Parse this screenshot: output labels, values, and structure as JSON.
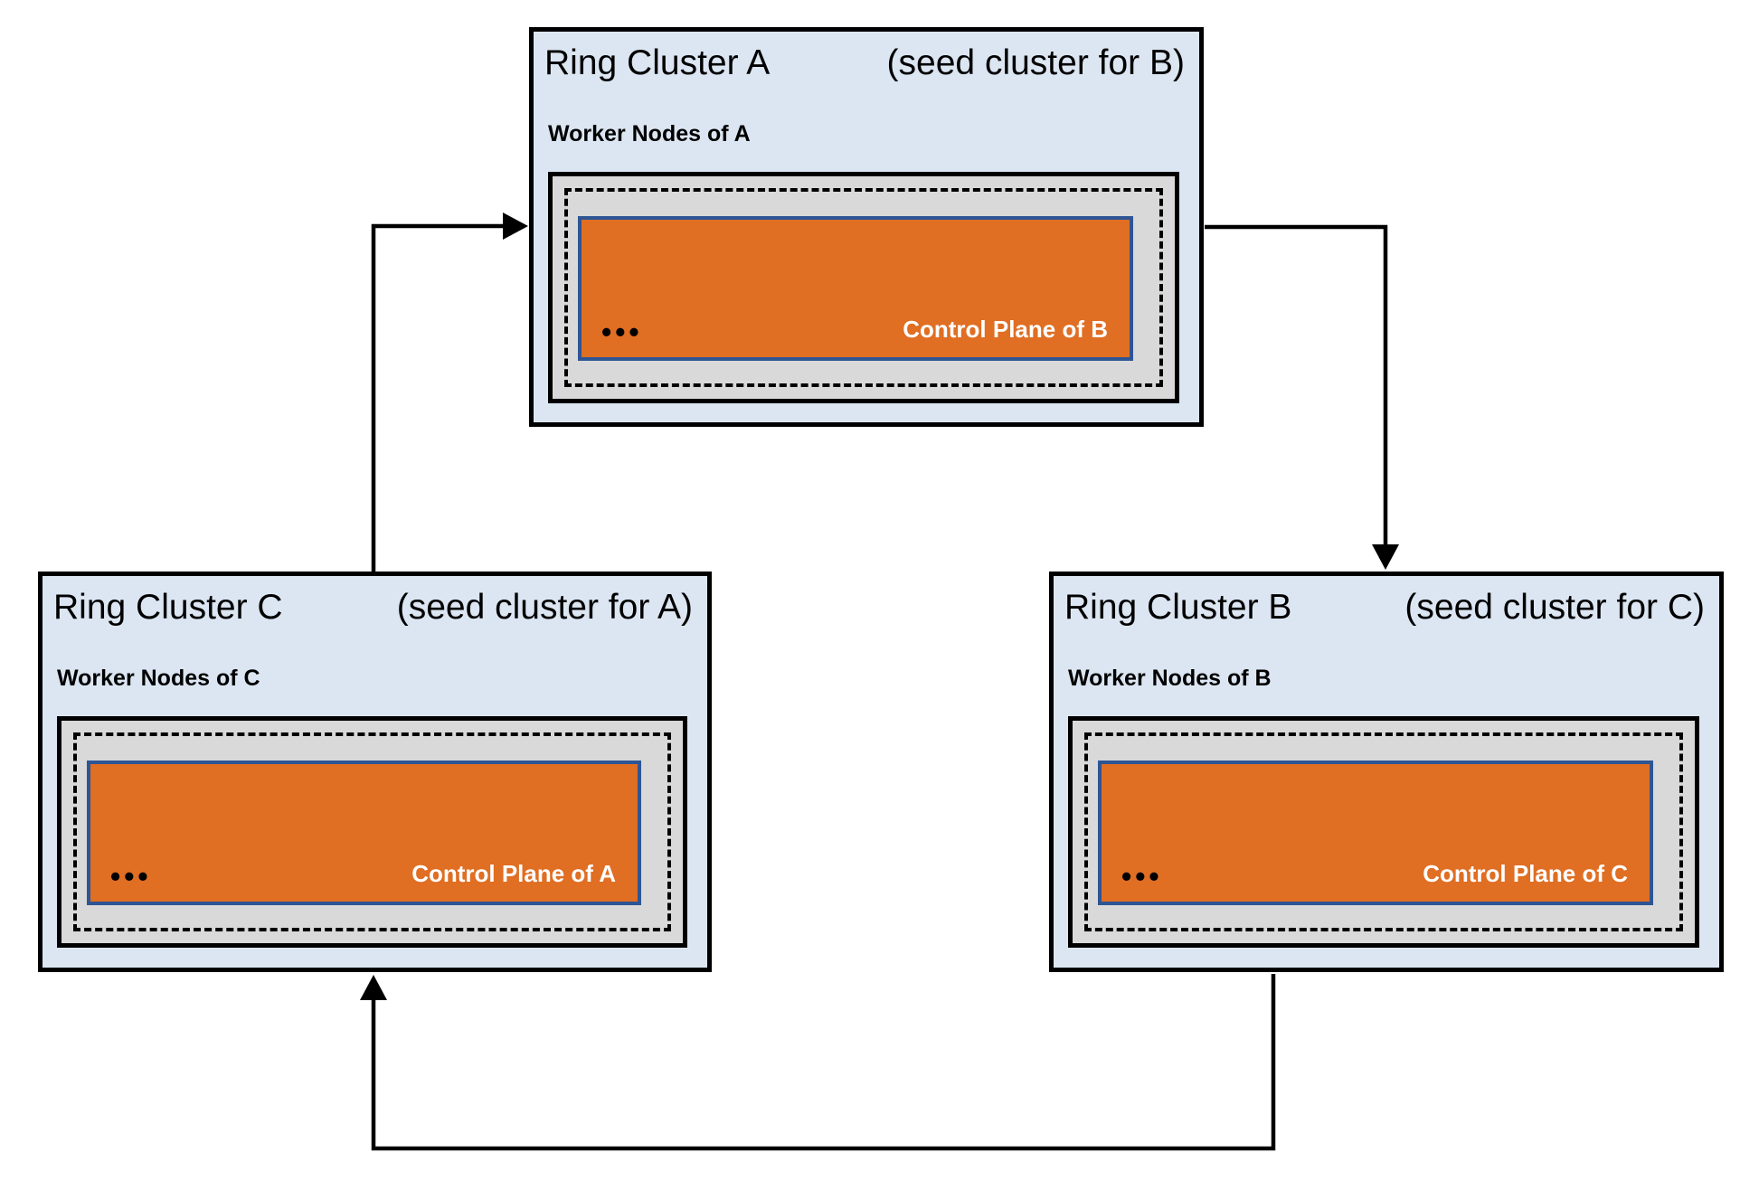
{
  "diagram": {
    "clusters": [
      {
        "id": "A",
        "title": "Ring Cluster A",
        "subtitle": "(seed cluster for B)",
        "worker_label": "Worker Nodes of A",
        "control_plane_label": "Control Plane of B",
        "dots": "•••"
      },
      {
        "id": "C",
        "title": "Ring Cluster C",
        "subtitle": "(seed cluster for A)",
        "worker_label": "Worker Nodes of C",
        "control_plane_label": "Control Plane of A",
        "dots": "•••"
      },
      {
        "id": "B",
        "title": "Ring Cluster B",
        "subtitle": "(seed cluster for C)",
        "worker_label": "Worker Nodes of B",
        "control_plane_label": "Control Plane of C",
        "dots": "•••"
      }
    ],
    "arrows": [
      {
        "from": "Ring Cluster C",
        "to": "Ring Cluster A"
      },
      {
        "from": "Ring Cluster A",
        "to": "Ring Cluster B"
      },
      {
        "from": "Ring Cluster B",
        "to": "Ring Cluster C"
      }
    ],
    "colors": {
      "cluster_bg": "#dce6f2",
      "cluster_border": "#000000",
      "worker_box_bg": "#d9d9d9",
      "control_plane_bg": "#e06e23",
      "control_plane_border": "#2e5594",
      "control_plane_text": "#ffffff",
      "arrow": "#000000",
      "text": "#000000"
    }
  }
}
